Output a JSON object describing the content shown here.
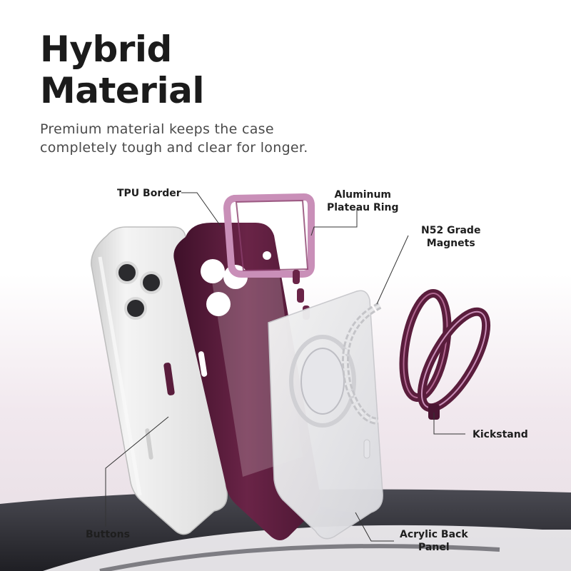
{
  "headline": {
    "line1": "Hybrid",
    "line2": "Material"
  },
  "subtitle": {
    "line1": "Premium material keeps the case",
    "line2": "completely tough and clear for longer."
  },
  "callouts": {
    "tpu_border": "TPU Border",
    "aluminum_ring": {
      "line1": "Aluminum",
      "line2": "Plateau Ring"
    },
    "magnets": {
      "line1": "N52 Grade",
      "line2": "Magnets"
    },
    "kickstand": "Kickstand",
    "buttons": "Buttons",
    "acrylic_panel": {
      "line1": "Acrylic Back",
      "line2": "Panel"
    }
  },
  "colors": {
    "case_purple": "#5a1d3c",
    "ring_pink": "#c98fb8",
    "phone_white": "#e9e9e9",
    "text_dark": "#1b1b1b",
    "text_gray": "#4a4a4a",
    "floor_dark": "#3a3a40"
  }
}
